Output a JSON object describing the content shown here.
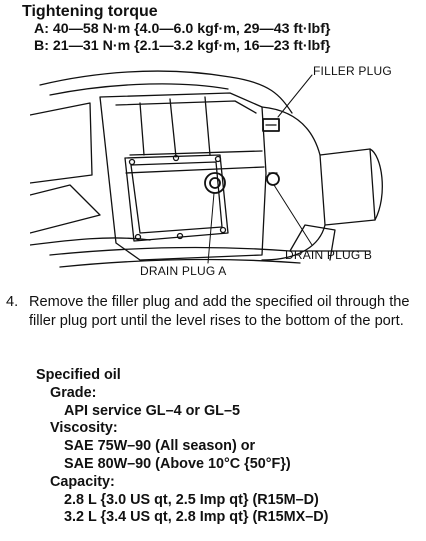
{
  "torque": {
    "title": "Tightening torque",
    "spec_a": "A: 40—58 N·m {4.0—6.0 kgf·m, 29—43 ft·lbf}",
    "spec_b": "B: 21—31 N·m {2.1—3.2 kgf·m, 16—23 ft·lbf}"
  },
  "figure": {
    "label_filler": "FILLER PLUG",
    "label_drain_a": "DRAIN PLUG A",
    "label_drain_b": "DRAIN PLUG B"
  },
  "step": {
    "number": "4.",
    "text": "Remove the filler plug and add the specified oil through the filler plug port until the level rises to the bottom of the port."
  },
  "oil": {
    "title": "Specified oil",
    "grade_label": "Grade:",
    "grade_value": "API service GL–4 or GL–5",
    "viscosity_label": "Viscosity:",
    "viscosity_1": "SAE 75W–90 (All season) or",
    "viscosity_2": "SAE 80W–90 (Above 10°C {50°F})",
    "capacity_label": "Capacity:",
    "capacity_1": "2.8 L {3.0 US qt, 2.5 Imp qt} (R15M–D)",
    "capacity_2": "3.2 L {3.4 US qt, 2.8 Imp qt} (R15MX–D)"
  }
}
